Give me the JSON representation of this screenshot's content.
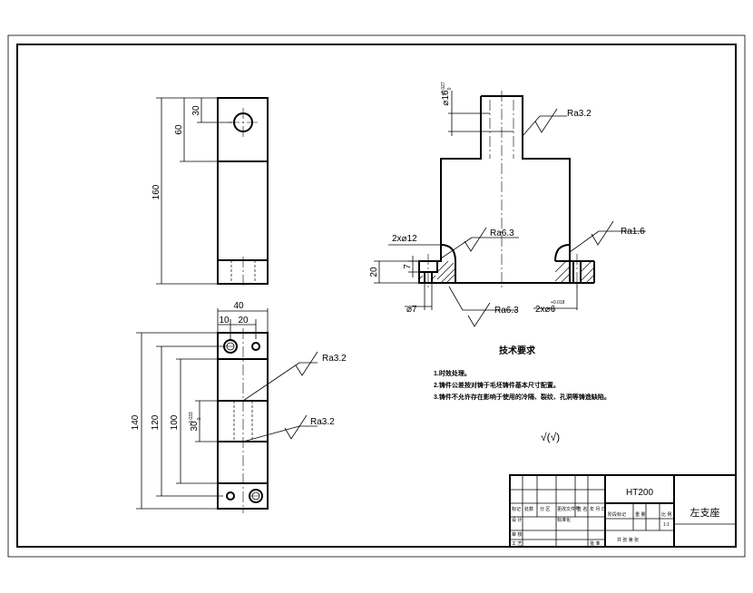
{
  "dimensions": {
    "top_view": {
      "overall_height": "160",
      "upper_section": "60",
      "hole_position": "30"
    },
    "front_view": {
      "width": "40",
      "hole_offset": "10",
      "hole_spacing": "20",
      "overall_height": "140",
      "hole_center_distance": "120",
      "section_height": "100",
      "bore": "30",
      "bore_tol": "+0.033",
      "bore_tol_lower": "0"
    },
    "section_view": {
      "boss_diameter": "⌀16",
      "boss_tol": "+0.027",
      "boss_tol_lower": "0",
      "counterbore": "2x⌀12",
      "counterbore_depth": "7",
      "base_height": "20",
      "through_hole": "⌀7",
      "pin_holes": "2x⌀6",
      "pin_tol": "+0.018",
      "pin_tol_lower": "0"
    }
  },
  "roughness": {
    "boss": "Ra3.2",
    "counterbore": "Ra6.3",
    "pin_hole": "Ra1.6",
    "bottom": "Ra6.3",
    "front_upper": "Ra3.2",
    "front_lower": "Ra3.2",
    "general": "√(√)"
  },
  "tech_requirements": {
    "title": "技术要求",
    "items": [
      "1.时效处理。",
      "2.铸件公差按对铸于毛坯铸件基本尺寸配置。",
      "3.铸件不允许存在影响于使用的冷隔、裂纹、孔洞等铸造缺陷。"
    ]
  },
  "title_block": {
    "material": "HT200",
    "part_name": "左支座",
    "scale": "1:1",
    "labels": {
      "mark": "标记",
      "count": "处数",
      "zone": "分 区",
      "change_doc": "更改文件号",
      "signature": "签 名",
      "date": "年 月 日",
      "design": "设 计",
      "standardization": "标准化",
      "review": "审 核",
      "process": "工 艺",
      "approve": "批 准",
      "stage_mark": "阶段标记",
      "weight": "重 量",
      "ratio": "比 例",
      "sheets": "共  张  第  张"
    }
  }
}
